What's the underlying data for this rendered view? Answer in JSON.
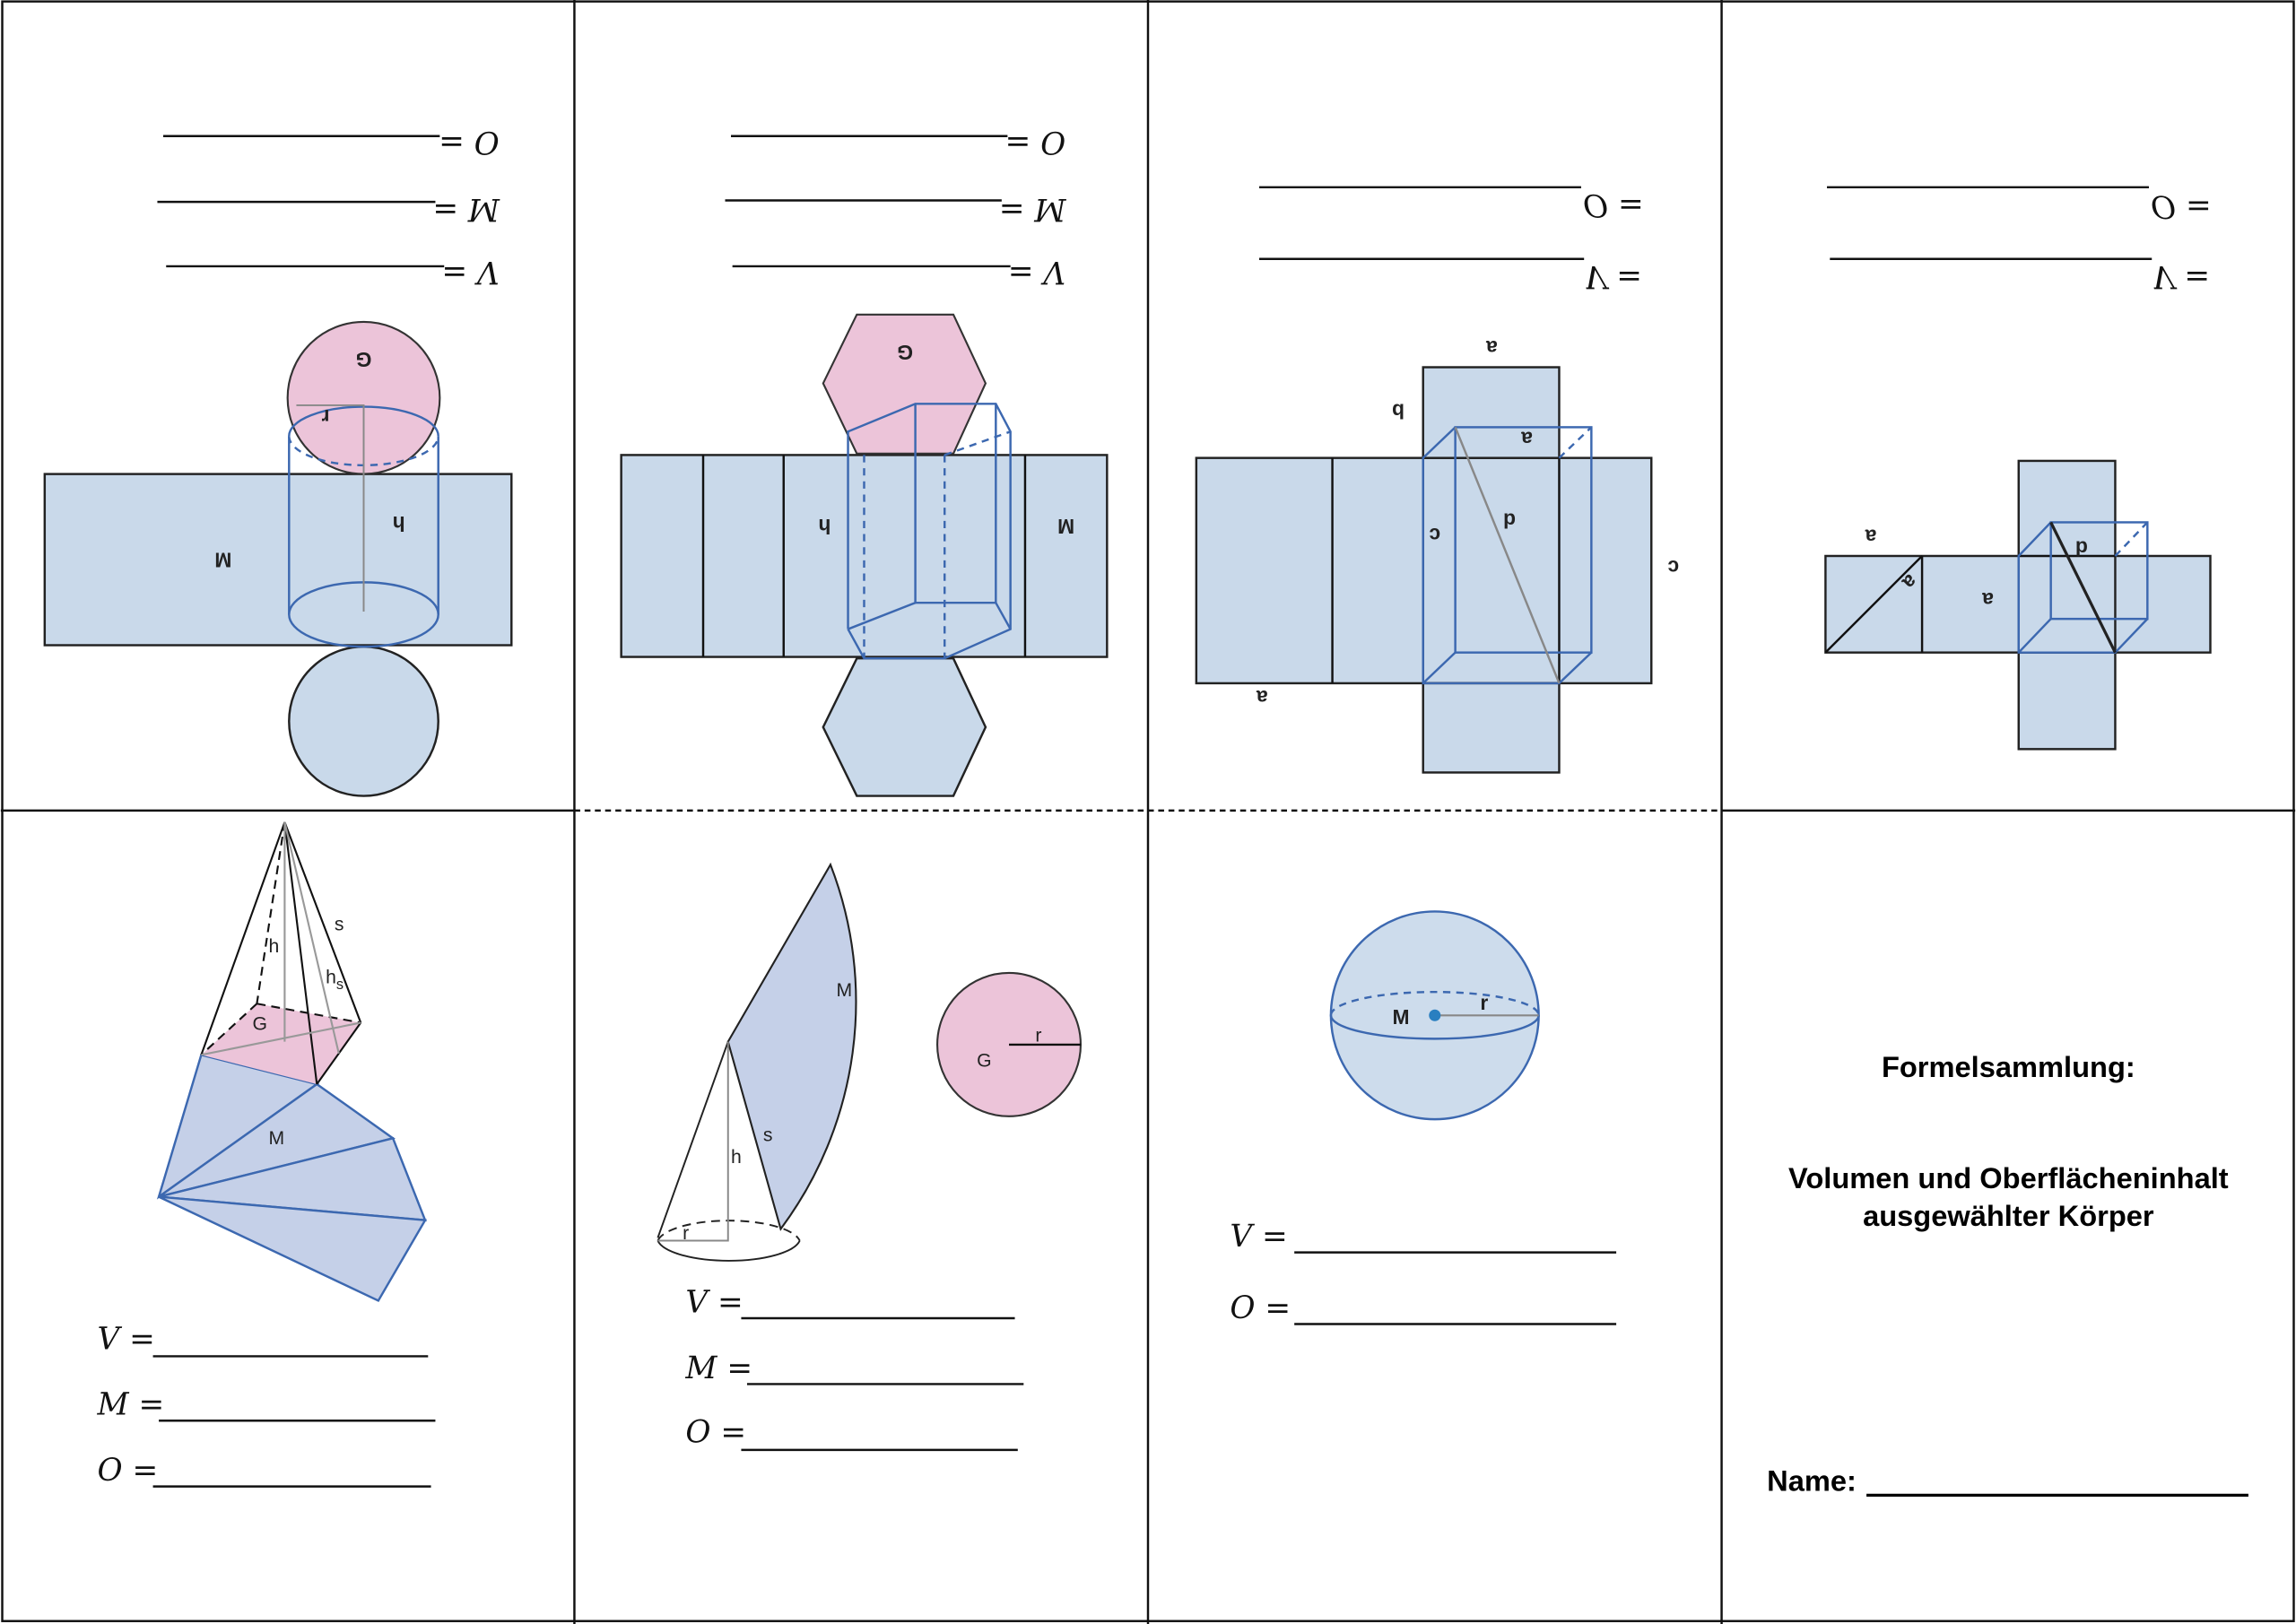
{
  "cells": {
    "cylinder": {
      "O": "O =",
      "M": "M =",
      "V": "V =",
      "labels": {
        "G": "G",
        "r": "r",
        "h": "h",
        "M": "M"
      }
    },
    "hex_prism": {
      "O": "O =",
      "M": "M =",
      "V": "V =",
      "labels": {
        "G": "G",
        "h": "h",
        "M": "M"
      }
    },
    "cuboid": {
      "O": "O =",
      "V": "V =",
      "labels": {
        "a": "a",
        "b": "b",
        "c": "c",
        "d": "d"
      }
    },
    "cube": {
      "O": "O =",
      "V": "V =",
      "labels": {
        "a": "a",
        "d": "d"
      }
    },
    "pyramid": {
      "V": "V =",
      "M": "M =",
      "O": "O =",
      "labels": {
        "s": "s",
        "h": "h",
        "hs": "h",
        "hs_sub": "s",
        "G": "G",
        "M": "M"
      }
    },
    "cone": {
      "V": "V =",
      "M": "M =",
      "O": "O =",
      "labels": {
        "M": "M",
        "G": "G",
        "r": "r",
        "s": "s",
        "h": "h"
      }
    },
    "sphere": {
      "V": "V =",
      "O": "O =",
      "labels": {
        "M": "M",
        "r": "r"
      }
    },
    "cover": {
      "title": "Formelsammlung:",
      "subtitle_1": "Volumen und Oberflächeninhalt",
      "subtitle_2": "ausgewählter Körper",
      "name_label": "Name:"
    }
  },
  "colors": {
    "net_blue": "#c9d9ea",
    "base_pink": "#ecc4d9",
    "edge_blue": "#3c68b0"
  }
}
